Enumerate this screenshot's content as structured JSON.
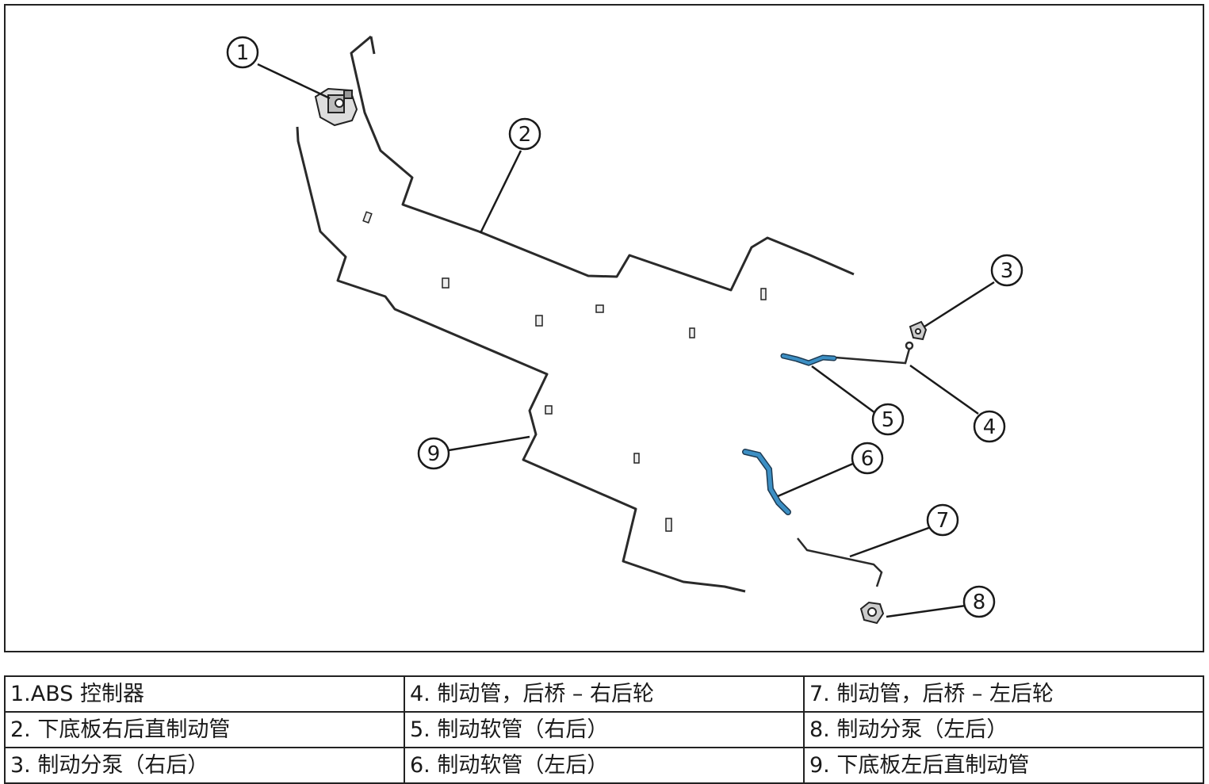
{
  "figure": {
    "callouts": [
      "1",
      "2",
      "3",
      "4",
      "5",
      "6",
      "7",
      "8",
      "9"
    ]
  },
  "legend": {
    "rows": [
      [
        "1.ABS 控制器",
        "4. 制动管，后桥 – 右后轮",
        "7. 制动管，后桥 – 左后轮"
      ],
      [
        "2. 下底板右后直制动管",
        "5. 制动软管（右后）",
        "8. 制动分泵（左后）"
      ],
      [
        "3. 制动分泵（右后）",
        "6. 制动软管（左后）",
        "9. 下底板左后直制动管"
      ]
    ]
  },
  "colors": {
    "line": "#2a2a2a",
    "hose": "#3c8fc4",
    "border": "#222222"
  }
}
